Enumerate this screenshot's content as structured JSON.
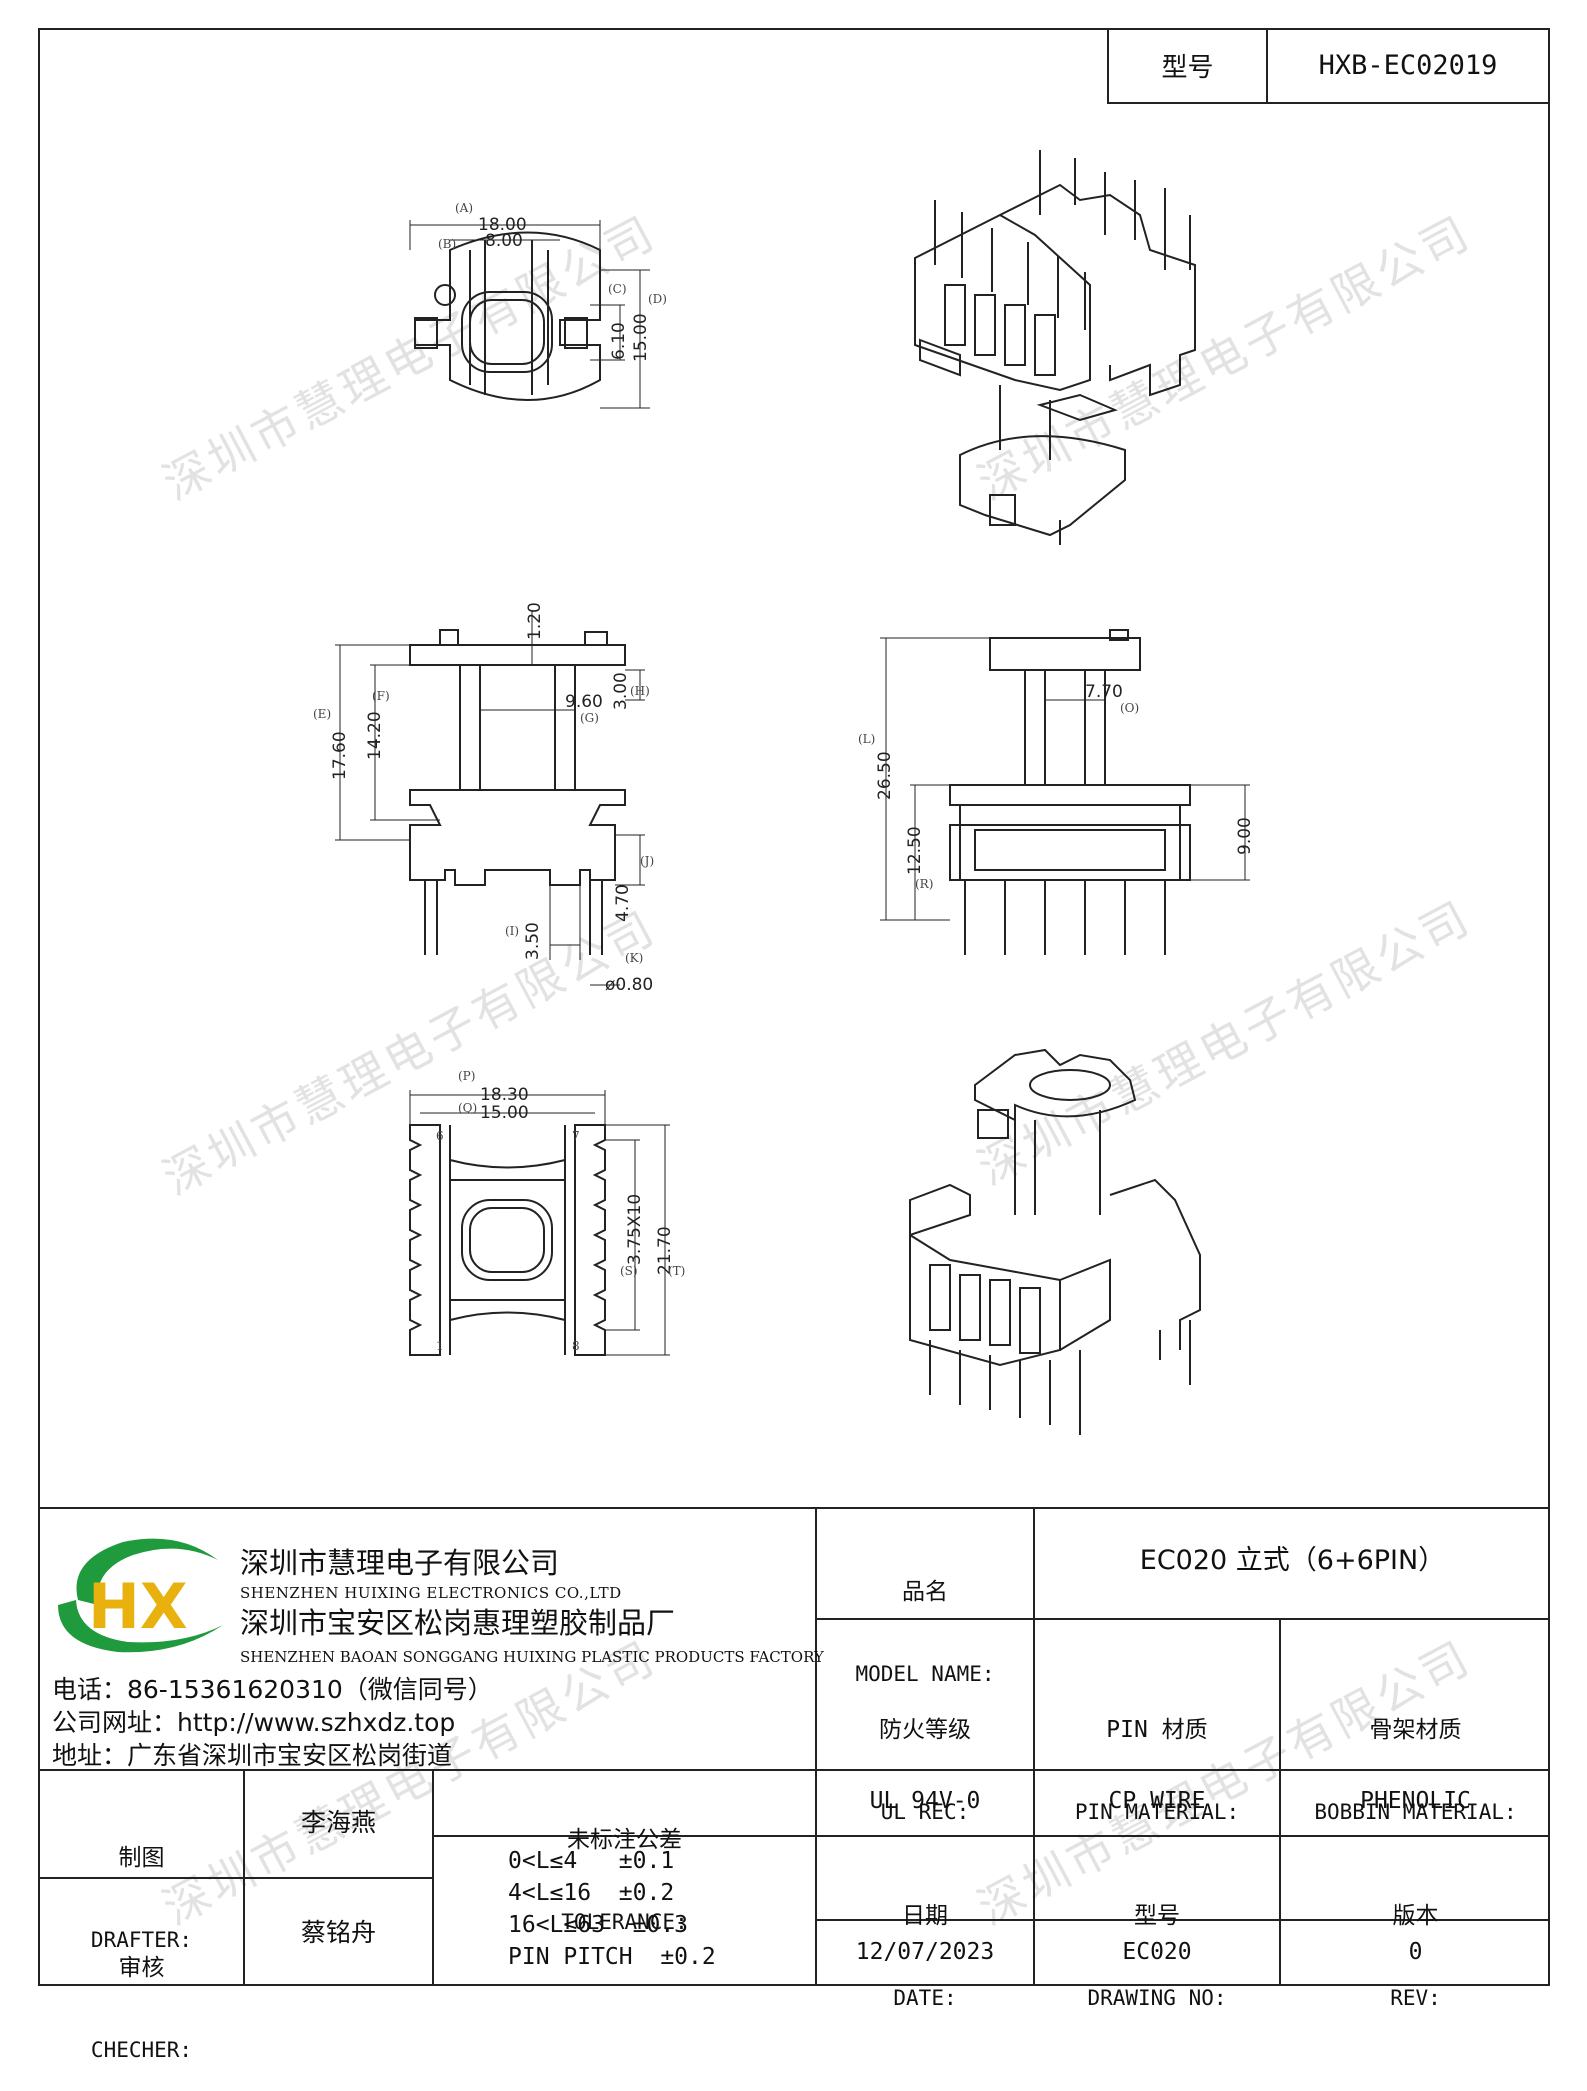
{
  "header": {
    "model_label": "型号",
    "model_value": "HXB-EC02019"
  },
  "watermark": "深圳市慧理电子有限公司",
  "dims": {
    "top_view": {
      "a_label": "(A)",
      "a_value": "18.00",
      "b_label": "(B)",
      "b_value": "8.00",
      "c_label": "(C)",
      "c_value": "6.10",
      "d_label": "(D)",
      "d_value": "15.00"
    },
    "side_view": {
      "e_label": "(E)",
      "e_value": "17.60",
      "f_label": "(F)",
      "f_value": "14.20",
      "h_value": "1.20",
      "g_label": "(G)",
      "g_value": "9.60",
      "h2_label": "(H)",
      "h2_value": "3.00",
      "j_label": "(J)",
      "j_value": "4.70",
      "i_label": "(I)",
      "i_value": "3.50",
      "k_label": "(K)",
      "k_value": "ø0.80"
    },
    "front_view": {
      "l_label": "(L)",
      "l_value": "26.50",
      "o_label": "(O)",
      "o_value": "7.70",
      "r_label": "(R)",
      "r_value": "12.50",
      "n_value": "9.00"
    },
    "bottom_view": {
      "p_label": "(P)",
      "p_value": "18.30",
      "q_label": "(Q)",
      "q_value": "15.00",
      "s_label": "(S)",
      "s_value": "3.75X10",
      "t_label": "(T)",
      "t_value": "21.70",
      "pin6": "6",
      "pin1": "1",
      "pin7": "7",
      "pin8": "8"
    }
  },
  "company": {
    "logo_text": "HX",
    "name_cn": "深圳市慧理电子有限公司",
    "name_en": "SHENZHEN HUIXING ELECTRONICS CO.,LTD",
    "factory_cn": "深圳市宝安区松岗惠理塑胶制品厂",
    "factory_en": "SHENZHEN BAOAN SONGGANG HUIXING PLASTIC PRODUCTS FACTORY",
    "phone": "电话：86-15361620310（微信同号）",
    "website": "公司网址：http://www.szhxdz.top",
    "address": "地址：广东省深圳市宝安区松岗街道"
  },
  "title_block": {
    "model_name_cn": "品名",
    "model_name_en": "MODEL NAME:",
    "model_name_value": "EC020 立式（6+6PIN）",
    "fire_cn": "防火等级",
    "fire_en": "UL REC:",
    "pin_cn": "PIN 材质",
    "pin_en": "PIN MATERIAL:",
    "bobbin_cn": "骨架材质",
    "bobbin_en": "BOBBIN MATERIAL:",
    "fire_value": "UL 94V-0",
    "pin_value": "CP WIRE",
    "bobbin_value": "PHENOLIC",
    "drafter_cn": "制图",
    "drafter_en": "DRAFTER:",
    "drafter_name": "李海燕",
    "checker_cn": "审核",
    "checker_en": "CHECHER:",
    "checker_name": "蔡铭舟",
    "tol_cn": "未标注公差",
    "tol_en": "TOLERANCE:",
    "tol_rows": [
      "0<L≤4   ±0.1",
      "4<L≤16  ±0.2",
      "16<L≤63  ±0.3",
      "PIN PITCH  ±0.2"
    ],
    "date_cn": "日期",
    "date_en": "DATE:",
    "date_value": "12/07/2023",
    "drawing_cn": "型号",
    "drawing_en": "DRAWING NO:",
    "drawing_value": "EC020",
    "rev_cn": "版本",
    "rev_en": "REV:",
    "rev_value": "0"
  },
  "colors": {
    "line": "#222222",
    "logo_green": "#1f9a3c",
    "logo_yellow": "#e8b10d"
  }
}
